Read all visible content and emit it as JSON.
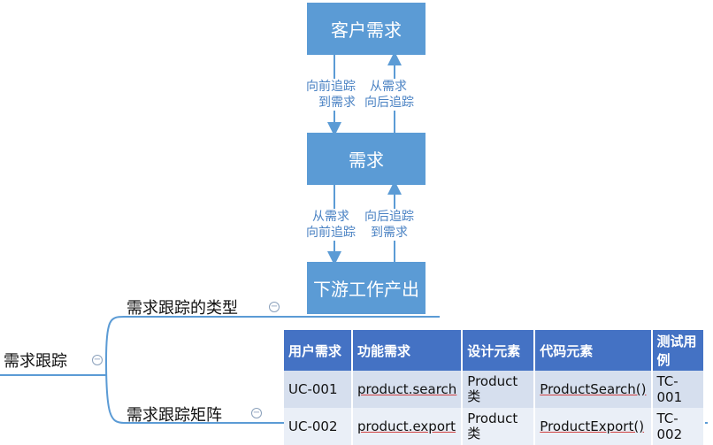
{
  "flow": {
    "box_top": "客户需求",
    "box_mid": "需求",
    "box_bottom": "下游工作产出",
    "lbl1_left": "向前追踪\n到需求",
    "lbl1_right": "从需求\n向后追踪",
    "lbl2_left": "从需求\n向前追踪",
    "lbl2_right": "向后追踪\n到需求"
  },
  "mindmap": {
    "root": "需求跟踪",
    "branch_types": "需求跟踪的类型",
    "branch_matrix": "需求跟踪矩阵",
    "collapse_glyph": "⊖"
  },
  "matrix": {
    "headers": [
      "用户需求",
      "功能需求",
      "设计元素",
      "代码元素",
      "测试用例"
    ],
    "rows": [
      [
        "UC-001",
        "product.search",
        "Product类",
        "ProductSearch()",
        "TC-001"
      ],
      [
        "UC-002",
        "product.export",
        "Product类",
        "ProductExport()",
        "TC-002"
      ]
    ]
  },
  "colors": {
    "box": "#5b9bd5",
    "arrow": "#5b9bd5",
    "header": "#4472c4",
    "line": "#5b9bd5"
  }
}
